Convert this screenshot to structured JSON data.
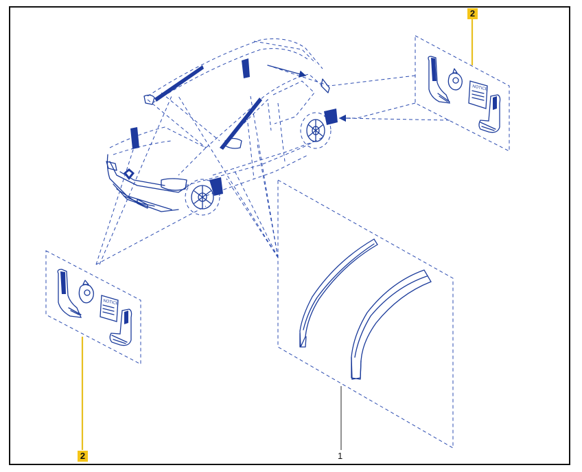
{
  "diagram": {
    "callouts": [
      {
        "id": "callout-top-right",
        "label": "2",
        "highlight": true
      },
      {
        "id": "callout-bottom-left",
        "label": "2",
        "highlight": true
      },
      {
        "id": "callout-bottom-center",
        "label": "1",
        "highlight": false
      }
    ],
    "kit_left": {
      "notice_label": "NOTICE"
    },
    "kit_right": {
      "notice_label": "NOTICE"
    },
    "colors": {
      "line": "#1a3a9a",
      "fill_dark": "#1e3a9e",
      "highlight": "#f5c518",
      "leader": "#e8c020",
      "frame": "#111111"
    }
  }
}
